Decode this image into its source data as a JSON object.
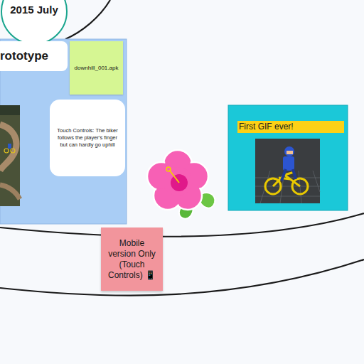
{
  "diagram": {
    "nodes": [
      {
        "text": [
          "2015 July"
        ]
      },
      {
        "text": [
          "rototype"
        ]
      },
      {
        "text": [
          "downhill_001.apk"
        ],
        "in": 1
      },
      {
        "text": [
          "Touch Controls: The biker follows the player's finger but can hardly go uphill"
        ],
        "in": 1
      },
      {
        "text": [
          "First GIF ever!"
        ]
      },
      {
        "text": [
          "Mobile version Only (Touch Controls) 📱"
        ]
      }
    ],
    "edges": []
  }
}
